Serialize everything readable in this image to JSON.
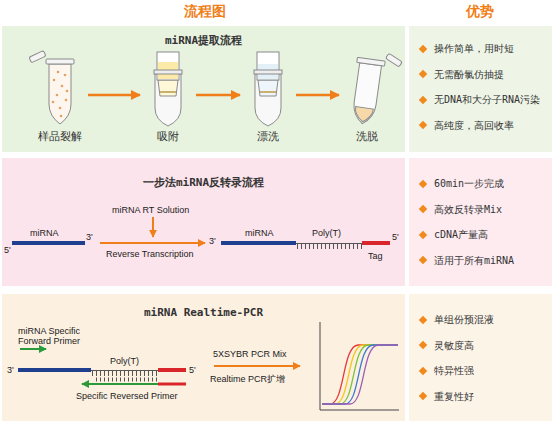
{
  "diagram": {
    "nodes": [
      {
        "text": [
          "miRNA提取流程"
        ]
      },
      {
        "text": [
          "样品裂解"
        ],
        "in": 0
      },
      {
        "text": [
          "吸附"
        ],
        "in": 0
      },
      {
        "text": [
          "漂洗"
        ],
        "in": 0
      },
      {
        "text": [
          "洗脱"
        ],
        "in": 0
      },
      {
        "text": [
          "操作简单，用时短",
          "无需酚氯仿抽提",
          "无DNA和大分子RNA污染",
          "高纯度，高回收率"
        ]
      },
      {
        "text": [
          "一步法miRNA反转录流程"
        ]
      },
      {
        "text": [
          "60min一步完成",
          "高效反转录Mix",
          "cDNA产量高",
          "适用于所有miRNA"
        ]
      },
      {
        "text": [
          "miRNA Realtime-PCR"
        ]
      },
      {
        "text": [
          "单组份预混液",
          "灵敏度高",
          "特异性强",
          "重复性好"
        ]
      }
    ],
    "edges": [
      {
        "from": 1,
        "to": 2,
        "arrow": "to"
      },
      {
        "from": 2,
        "to": 3,
        "arrow": "to"
      },
      {
        "from": 3,
        "to": 4,
        "arrow": "to"
      }
    ],
    "labels": [
      "流程图",
      "优势",
      "miRNA",
      "5'",
      "3'",
      "miRNA RT Solution",
      "Reverse Transcription",
      "3'",
      "miRNA",
      "Poly(T)",
      "Tag",
      "5'",
      "3'",
      "miRNA Specific Forward Primer",
      "Poly(T)",
      "5'",
      "Specific Reversed Primer",
      "5XSYBR PCR Mix",
      "Realtime PCR扩增"
    ]
  }
}
